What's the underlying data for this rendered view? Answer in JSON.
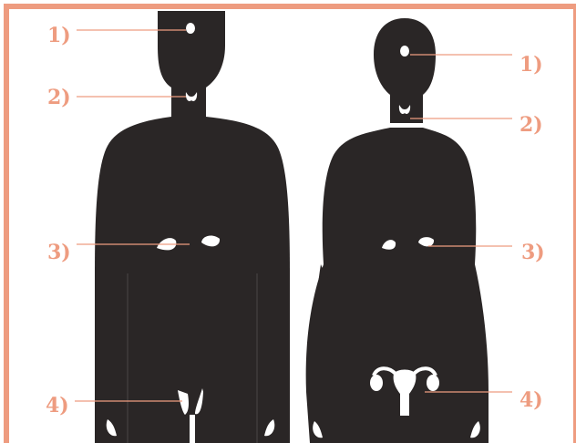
{
  "colors": {
    "accent": "#ee9c80",
    "silhouette": "#2a2626",
    "organ": "#ffffff",
    "background": "#ffffff"
  },
  "male": {
    "labels": [
      "1)",
      "2)",
      "3)",
      "4)"
    ]
  },
  "female": {
    "labels": [
      "1)",
      "2)",
      "3)",
      "4)"
    ]
  }
}
